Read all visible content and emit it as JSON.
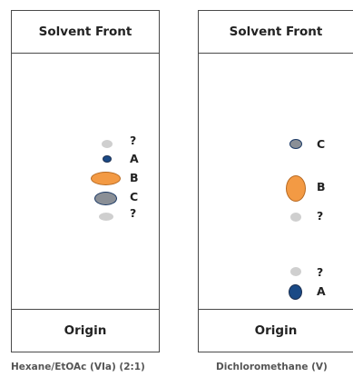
{
  "colors": {
    "unknown": "#cfcfcf",
    "navy": "#1a4a86",
    "navy_border": "#1c2f50",
    "orange": "#f39a44",
    "orange_border": "#b86a22",
    "grey": "#8a8f96",
    "grey_border": "#1c3a66"
  },
  "plates": [
    {
      "front_label": "Solvent Front",
      "origin_label": "Origin",
      "caption": "Hexane/EtOAc (VIa) (2:1)",
      "spots": [
        {
          "label": "?",
          "color": "unknown"
        },
        {
          "label": "A",
          "color": "navy"
        },
        {
          "label": "B",
          "color": "orange"
        },
        {
          "label": "C",
          "color": "grey"
        },
        {
          "label": "?",
          "color": "unknown"
        }
      ]
    },
    {
      "front_label": "Solvent Front",
      "origin_label": "Origin",
      "caption": "Dichloromethane (V)",
      "spots": [
        {
          "label": "C",
          "color": "grey"
        },
        {
          "label": "B",
          "color": "orange"
        },
        {
          "label": "?",
          "color": "unknown"
        },
        {
          "label": "?",
          "color": "unknown"
        },
        {
          "label": "A",
          "color": "navy"
        }
      ]
    }
  ]
}
